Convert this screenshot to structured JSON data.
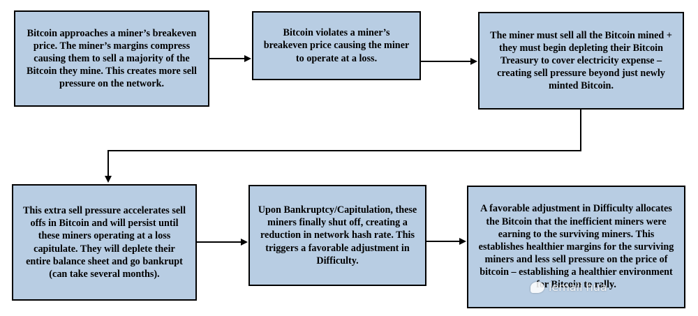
{
  "boxes": [
    {
      "id": "step-1",
      "text": "Bitcoin approaches a miner’s breakeven price. The miner’s margins compress causing them to sell a majority of the Bitcoin they mine. This creates more sell pressure on the network."
    },
    {
      "id": "step-2",
      "text": "Bitcoin violates a miner’s breakeven price causing the miner to operate at a loss."
    },
    {
      "id": "step-3",
      "text": "The miner must sell all the Bitcoin mined + they must begin depleting their Bitcoin Treasury to cover electricity expense – creating sell pressure beyond just newly minted Bitcoin."
    },
    {
      "id": "step-4",
      "text": "This extra sell pressure accelerates sell offs in Bitcoin and will persist until these miners operating at a loss capitulate. They will deplete their entire balance sheet and go bankrupt (can take several months)."
    },
    {
      "id": "step-5",
      "text": "Upon Bankruptcy/Capitulation, these miners finally shut off, creating a reduction in network hash rate. This triggers a favorable adjustment in Difficulty."
    },
    {
      "id": "step-6",
      "text": "A favorable adjustment in Difficulty allocates the Bitcoin that the inefficient miners were earning to the surviving miners. This establishes healthier margins for the surviving miners and less sell pressure on the price of bitcoin – establishing a healthier environment for Bitcoin to rally."
    }
  ],
  "watermark": {
    "text": "lemaii hua",
    "icon": "chat-bubble-icon"
  },
  "colors": {
    "box_fill": "#b8cde3",
    "box_border": "#000000",
    "arrow": "#000000"
  }
}
